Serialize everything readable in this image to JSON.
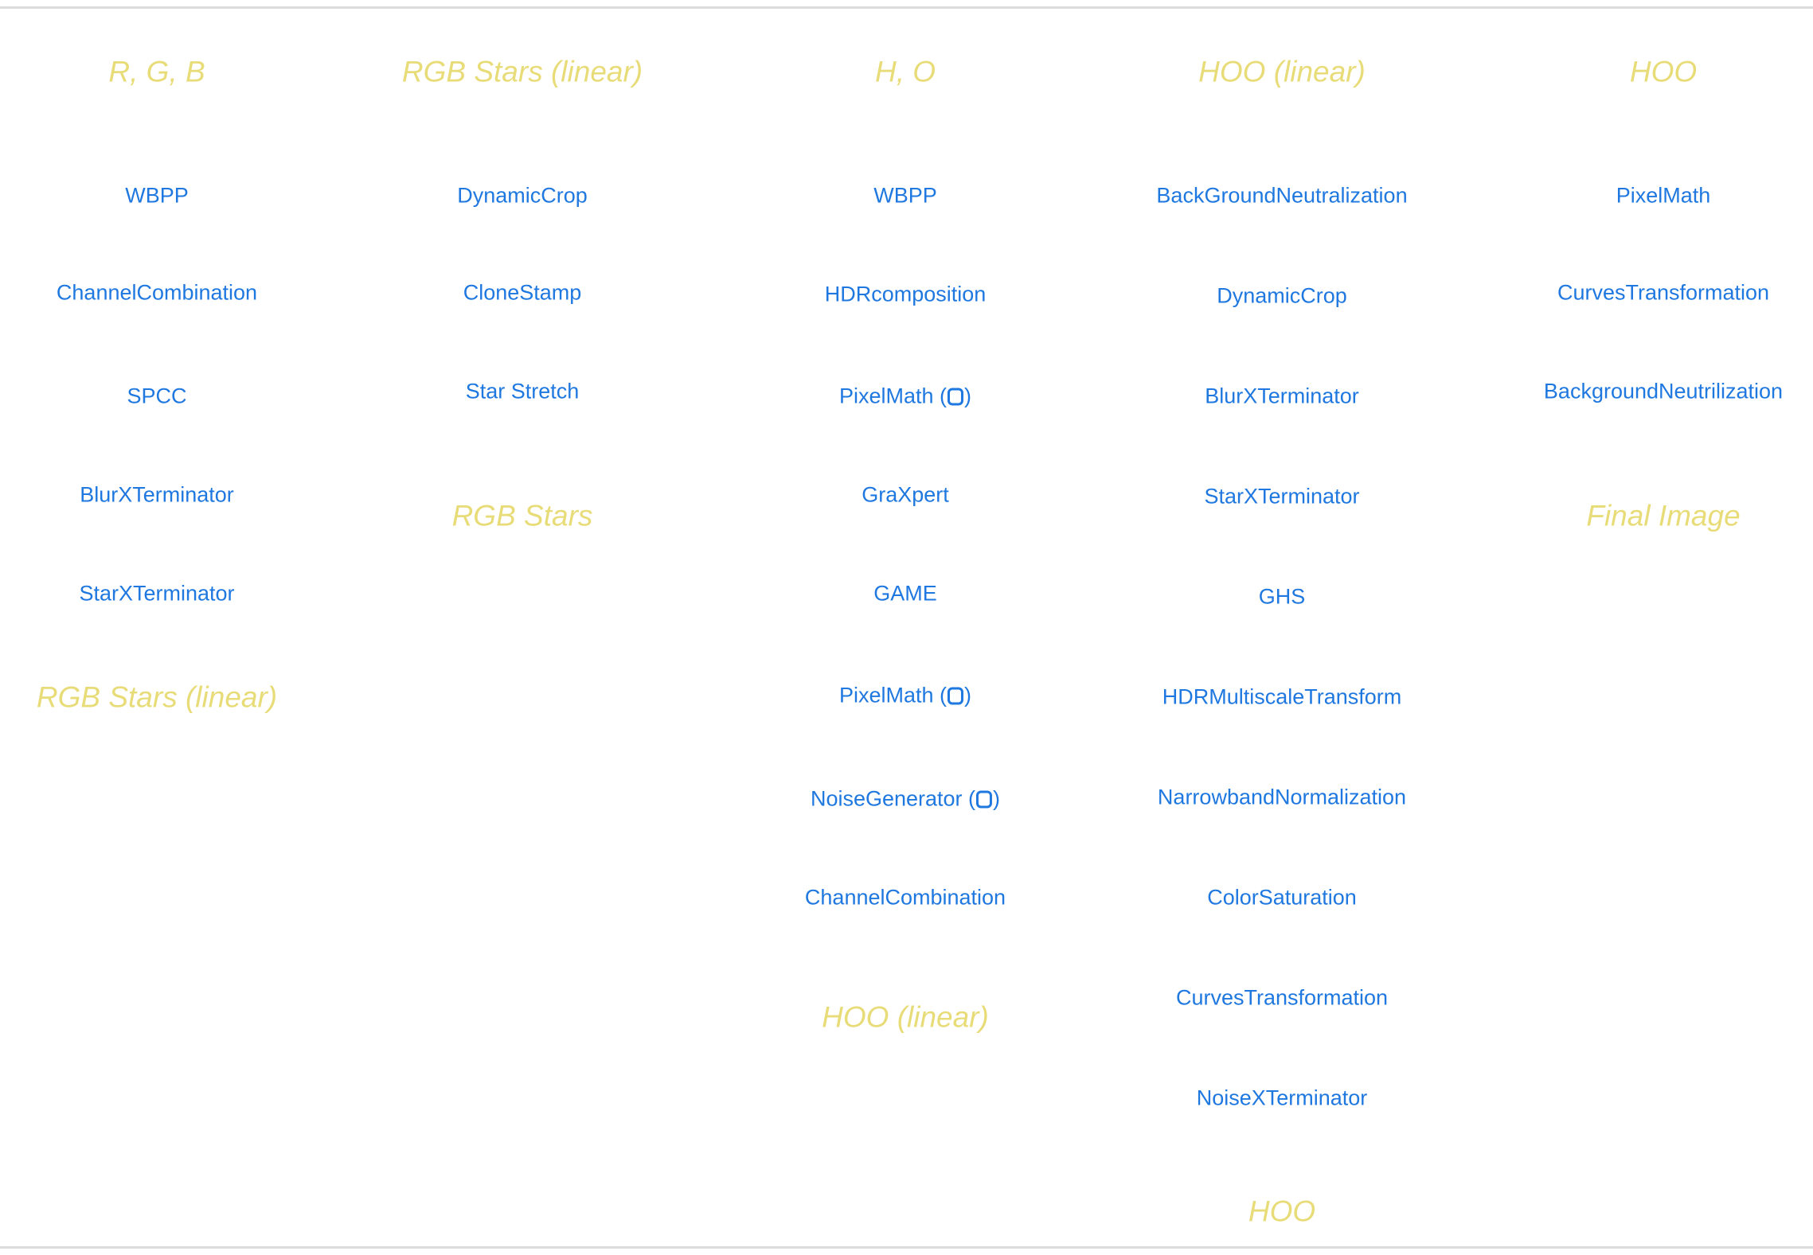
{
  "columns": [
    {
      "heading": "R, G, B",
      "steps": [
        "WBPP",
        "ChannelCombination",
        "SPCC",
        "BlurXTerminator",
        "StarXTerminator"
      ],
      "outputs": [
        "RGB Stars (linear)"
      ]
    },
    {
      "heading": "RGB Stars (linear)",
      "steps": [
        "DynamicCrop",
        "CloneStamp",
        "Star Stretch"
      ],
      "outputs": [
        "RGB Stars"
      ]
    },
    {
      "heading": "H, O",
      "steps": [
        "WBPP",
        "HDRcomposition",
        "PixelMath (",
        "GraXpert",
        "GAME",
        "PixelMath (",
        "NoiseGenerator (",
        "ChannelCombination"
      ],
      "steps_suffix": ")",
      "outputs": [
        "HOO (linear)"
      ]
    },
    {
      "heading": "HOO (linear)",
      "steps": [
        "BackGroundNeutralization",
        "DynamicCrop",
        "BlurXTerminator",
        "StarXTerminator",
        "GHS",
        "HDRMultiscaleTransform",
        "NarrowbandNormalization",
        "ColorSaturation",
        "CurvesTransformation",
        "NoiseXTerminator"
      ],
      "outputs": [
        "HOO"
      ]
    },
    {
      "heading": "HOO",
      "steps": [
        "PixelMath",
        "CurvesTransformation",
        "BackgroundNeutrilization"
      ],
      "outputs": [
        "Final Image"
      ]
    }
  ],
  "colors": {
    "heading": "#e8dc78",
    "step": "#1f78e0",
    "rule": "#dcdcdc"
  },
  "icons": {
    "pixelmath_marker": "rounded-square-icon"
  }
}
